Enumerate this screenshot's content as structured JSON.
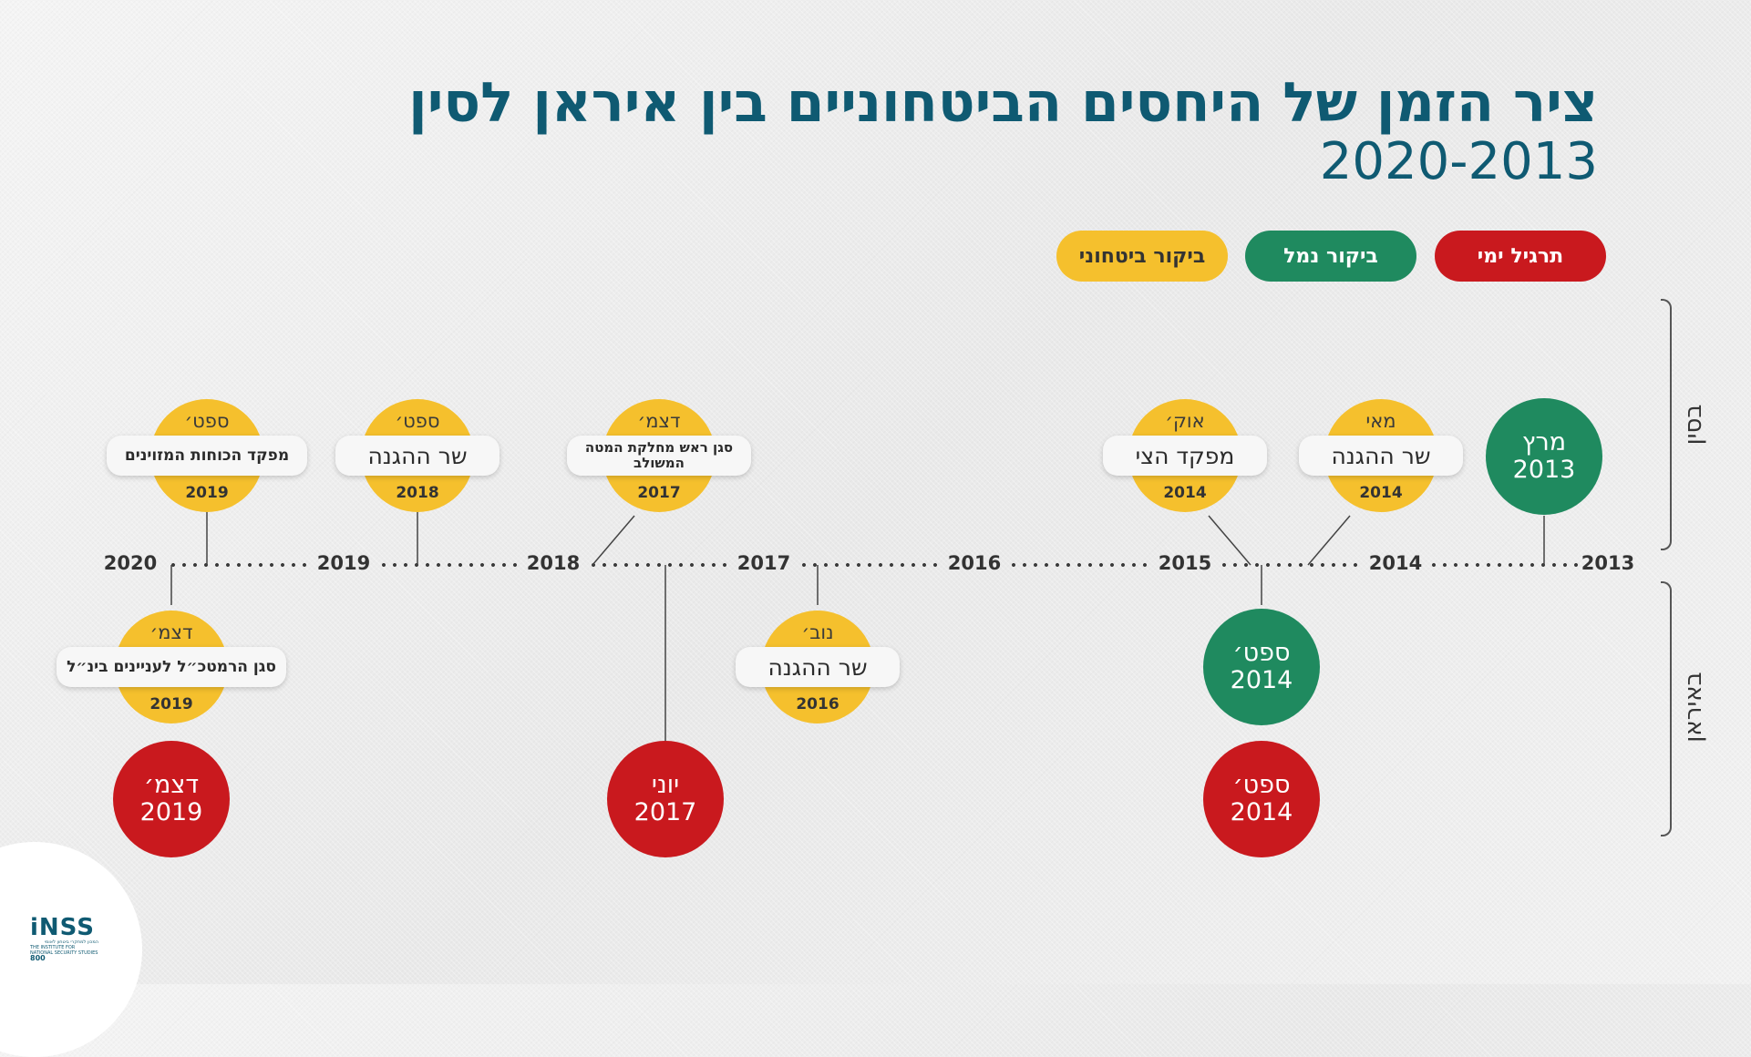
{
  "title": {
    "line1": "ציר הזמן של היחסים הביטחוניים בין איראן לסין",
    "line2": "2020-2013"
  },
  "legend": {
    "naval": "תרגיל ימי",
    "port": "ביקור נמל",
    "security": "ביקור ביטחוני",
    "colors": {
      "naval": "#c9191e",
      "port": "#1f8a5f",
      "security": "#f5c02d"
    }
  },
  "sides": {
    "china": "בסין",
    "iran": "באיראן"
  },
  "axis_years": [
    "2020",
    "2019",
    "2018",
    "2017",
    "2016",
    "2015",
    "2014",
    "2013"
  ],
  "china_events": [
    {
      "month": "ספט׳",
      "text": "מפקד הכוחות המזוינים",
      "year": "2019"
    },
    {
      "month": "ספט׳",
      "text": "שר ההגנה",
      "year": "2018"
    },
    {
      "month": "דצמ׳",
      "text": "סגן ראש מחלקת המטה המשולב",
      "year": "2017"
    },
    {
      "month": "אוק׳",
      "text": "מפקד הצי",
      "year": "2014"
    },
    {
      "month": "מאי",
      "text": "שר ההגנה",
      "year": "2014"
    },
    {
      "month": "מרץ",
      "year": "2013"
    }
  ],
  "iran_events": [
    {
      "month": "דצמ׳",
      "text": "סגן הרמטכ״ל לעניינים בינ״ל",
      "year": "2019"
    },
    {
      "month": "נוב׳",
      "text": "שר ההגנה",
      "year": "2016"
    },
    {
      "month": "ספט׳",
      "year": "2014"
    }
  ],
  "iran_naval": [
    {
      "month": "דצמ׳",
      "year": "2019"
    },
    {
      "month": "יוני",
      "year": "2017"
    },
    {
      "month": "ספט׳",
      "year": "2014"
    }
  ],
  "logo": {
    "name": "iNSS",
    "sub1": "המכון למחקרי ביטחון לאומי",
    "sub2": "THE INSTITUTE FOR NATIONAL SECURITY STUDIES",
    "badge": "800"
  }
}
